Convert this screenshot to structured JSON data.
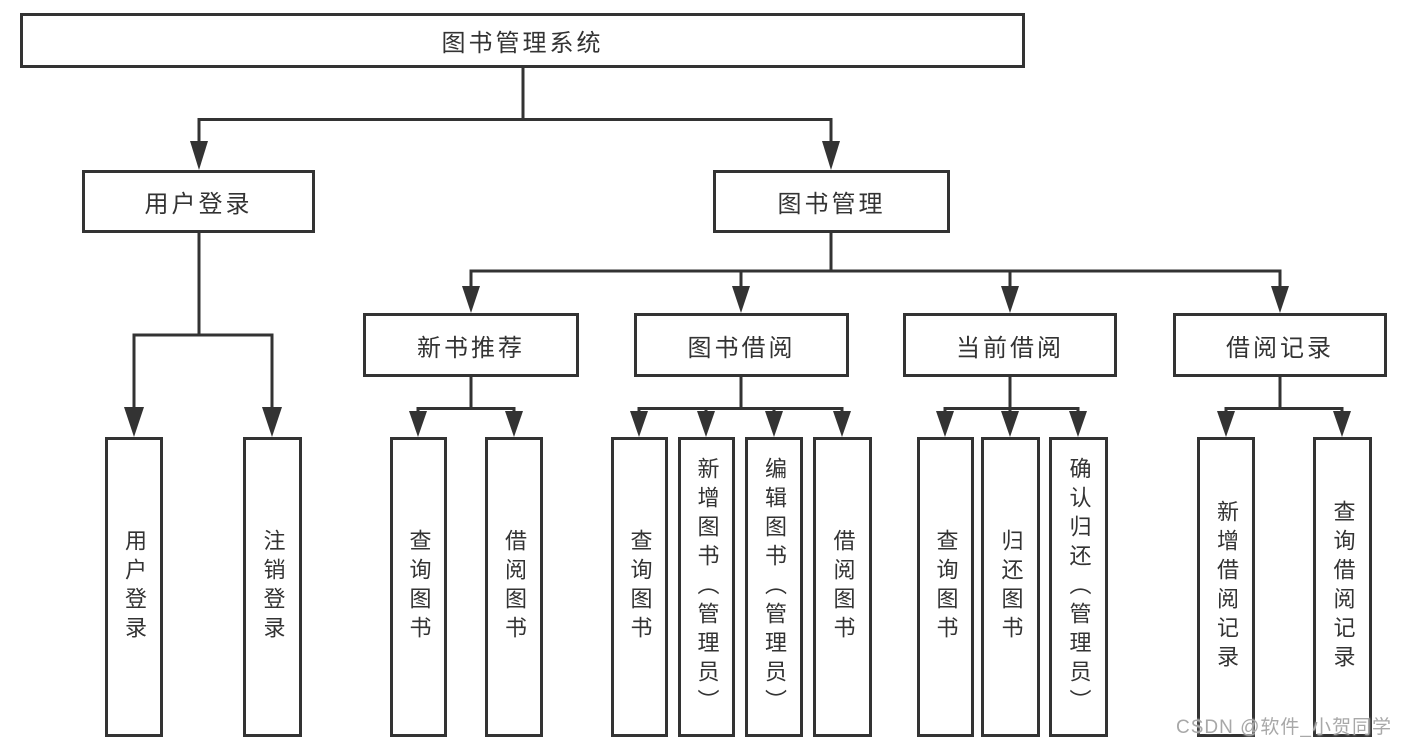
{
  "colors": {
    "line": "#333333",
    "text": "#333333",
    "box_background": "#ffffff",
    "page_background": "#ffffff",
    "watermark": "#a8a8a8"
  },
  "watermark": "CSDN @软件_小贺同学",
  "tree": {
    "root": {
      "label": "图书管理系统"
    },
    "branches": [
      {
        "label": "用户登录",
        "children": [
          {
            "label": "用户登录"
          },
          {
            "label": "注销登录"
          }
        ]
      },
      {
        "label": "图书管理",
        "children": [
          {
            "label": "新书推荐",
            "children": [
              {
                "label": "查询图书"
              },
              {
                "label": "借阅图书"
              }
            ]
          },
          {
            "label": "图书借阅",
            "children": [
              {
                "label": "查询图书"
              },
              {
                "label": "新增图书（管理员）"
              },
              {
                "label": "编辑图书（管理员）"
              },
              {
                "label": "借阅图书"
              }
            ]
          },
          {
            "label": "当前借阅",
            "children": [
              {
                "label": "查询图书"
              },
              {
                "label": "归还图书"
              },
              {
                "label": "确认归还（管理员）"
              }
            ]
          },
          {
            "label": "借阅记录",
            "children": [
              {
                "label": "新增借阅记录"
              },
              {
                "label": "查询借阅记录"
              }
            ]
          }
        ]
      }
    ]
  }
}
